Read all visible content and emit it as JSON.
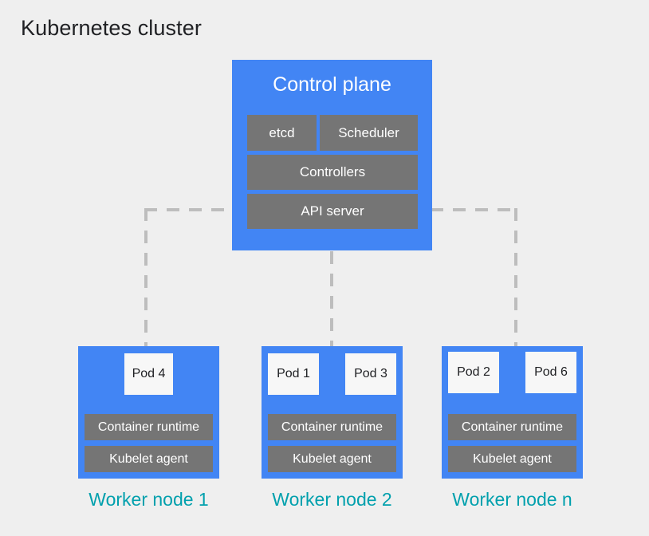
{
  "title": "Kubernetes cluster",
  "colors": {
    "background": "#efefef",
    "node_blue": "#4285f4",
    "component_gray": "#757575",
    "pod_white": "#f7f7f7",
    "label_teal": "#00a0ad",
    "connector_gray": "#bdbdbd",
    "title_text": "#202124"
  },
  "control_plane": {
    "title": "Control plane",
    "components": [
      {
        "label": "etcd"
      },
      {
        "label": "Scheduler"
      },
      {
        "label": "Controllers"
      },
      {
        "label": "API server"
      }
    ]
  },
  "workers": [
    {
      "label": "Worker node 1",
      "pods": [
        {
          "label": "Pod 4"
        }
      ],
      "runtime": "Container runtime",
      "kubelet": "Kubelet agent"
    },
    {
      "label": "Worker node 2",
      "pods": [
        {
          "label": "Pod 1"
        },
        {
          "label": "Pod 3"
        }
      ],
      "runtime": "Container runtime",
      "kubelet": "Kubelet agent"
    },
    {
      "label": "Worker node n",
      "pods": [
        {
          "label": "Pod 2"
        },
        {
          "label": "Pod 6"
        }
      ],
      "runtime": "Container runtime",
      "kubelet": "Kubelet agent"
    }
  ]
}
